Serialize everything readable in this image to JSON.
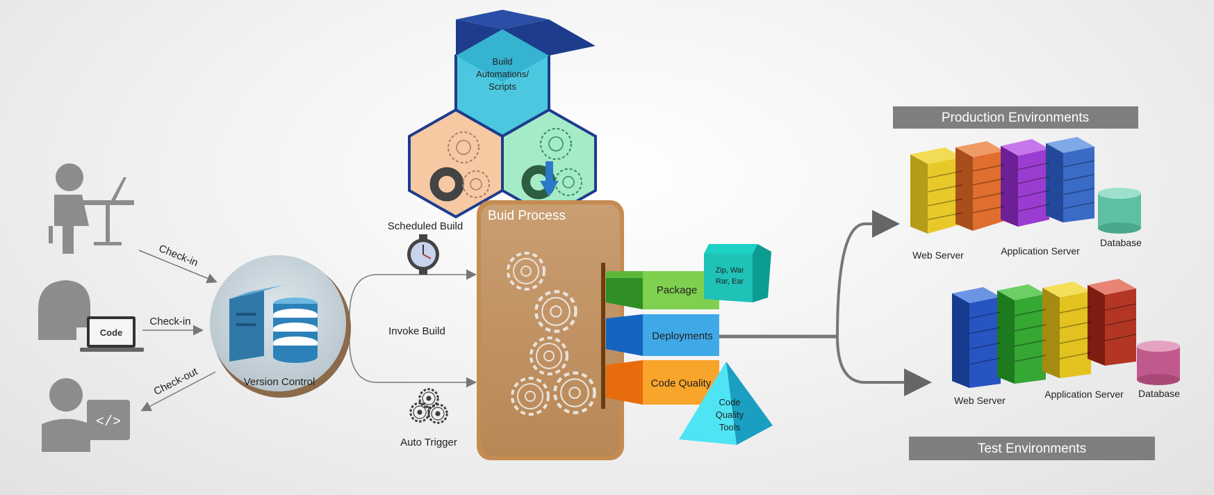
{
  "left": {
    "checkin_1": "Check-in",
    "checkin_2": "Check-in",
    "checkout": "Check-out",
    "code_tag": "Code"
  },
  "version_control": {
    "label": "Version Control"
  },
  "triggers": {
    "scheduled_build": "Scheduled Build",
    "invoke_build": "Invoke Build",
    "auto_trigger": "Auto Trigger"
  },
  "automation": {
    "line1": "Build",
    "line2": "Automations/",
    "line3": "Scripts"
  },
  "build_process": {
    "title": "Buid Process",
    "package": "Package",
    "deployments": "Deployments",
    "code_quality": "Code Quality",
    "artifact_line1": "Zip, War",
    "artifact_line2": "Rar, Ear",
    "tools_line1": "Code",
    "tools_line2": "Quality",
    "tools_line3": "Tools"
  },
  "production": {
    "title": "Production Environments",
    "web_server": "Web Server",
    "app_server": "Application Server",
    "database": "Database"
  },
  "test": {
    "title": "Test Environments",
    "web_server": "Web Server",
    "app_server": "Application Server",
    "database": "Database"
  }
}
